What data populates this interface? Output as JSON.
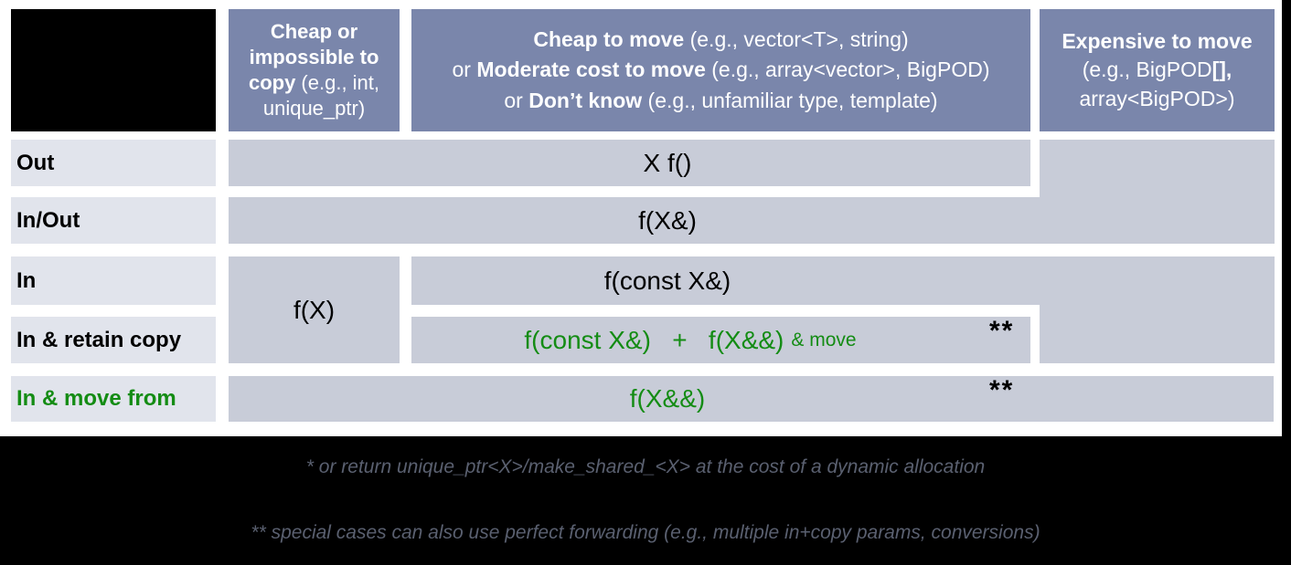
{
  "headers": {
    "cheap_copy": {
      "bold": "Cheap or impossible to copy",
      "rest": " (e.g., int, unique_ptr)"
    },
    "cheap_move": {
      "lines": [
        {
          "pre": "",
          "bold": "Cheap to move",
          "rest": " (e.g., vector<T>, string)"
        },
        {
          "pre": "or ",
          "bold": "Moderate cost to move",
          "rest": " (e.g., array<vector>, BigPOD)"
        },
        {
          "pre": "or ",
          "bold": "Don’t know",
          "rest": " (e.g., unfamiliar type, template)"
        }
      ]
    },
    "expensive_move": {
      "bold": "Expensive to move",
      "line2_pre": "(e.g., BigPOD",
      "line2_bold": "[],",
      "line3": "array<BigPOD>)"
    }
  },
  "row_labels": {
    "out": "Out",
    "inout": "In/Out",
    "in": "In",
    "retain": "In & retain copy",
    "move_from": "In & move from"
  },
  "cells": {
    "out": "X f()",
    "inout": "f(X&)",
    "in_byvalue": "f(X)",
    "in_constref": "f(const X&)",
    "retain_copy": {
      "main": "f(const X&)   +   f(X&&)",
      "small": "& move",
      "stars": "**"
    },
    "move_from": {
      "code": "f(X&&)",
      "stars": "**"
    }
  },
  "footnotes": {
    "first": "* or return unique_ptr<X>/make_shared_<X> at the cost of a dynamic allocation",
    "second": "** special cases can also use perfect forwarding (e.g., multiple in+copy params, conversions)"
  },
  "colors": {
    "header_bg": "#7a86ab",
    "cell_bg": "#c8ccd8",
    "label_bg": "#e1e4ec",
    "green": "#148c14",
    "footnote_text": "#5a6070",
    "frame": "#000000"
  }
}
